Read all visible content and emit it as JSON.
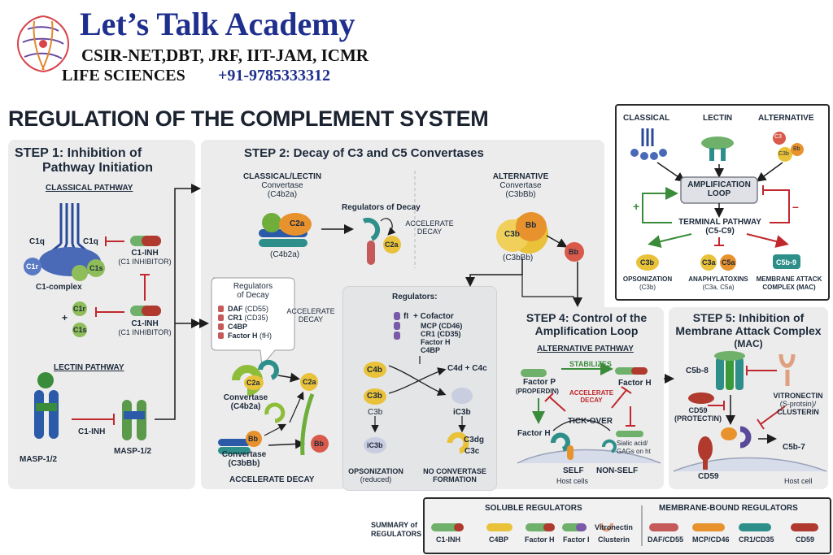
{
  "brand": {
    "title": "Let’s Talk Academy",
    "exams": "CSIR-NET,DBT, JRF, IIT-JAM, ICMR",
    "subject": "LIFE SCIENCES",
    "phone": "+91-9785333312"
  },
  "main_title": "REGULATION OF THE COMPLEMENT SYSTEM",
  "step1": {
    "title_line1": "STEP 1: Inhibition of",
    "title_line2": "Pathway Initiation",
    "classical_header": "CLASSICAL PATHWAY",
    "c1q_left": "C1q",
    "c1q_right": "C1q",
    "c1r": "C1r",
    "c1s": "C1s",
    "complex_label": "C1-complex",
    "c1inh_1": "C1-INH",
    "c1inh_1_sub": "(C1 INHIBITOR)",
    "plus": "+",
    "c1r_free": "C1r",
    "c1s_free": "C1s",
    "c1inh_2": "C1-INH",
    "c1inh_2_sub": "(C1 INHIBITOR)",
    "lectin_header": "LECTIN PATHWAY",
    "c1inh_3": "C1-INH",
    "masp_left": "MASP-1/2",
    "masp_right": "MASP-1/2"
  },
  "step2": {
    "title": "STEP 2: Decay of C3 and C5 Convertases",
    "classical_header_1": "CLASSICAL/LECTIN",
    "classical_header_2": "Convertase",
    "classical_header_3": "(C4b2a)",
    "c2a_label": "C2a",
    "c4b2a_label": "(C4b2a)",
    "regulators_title": "Regulators of Decay",
    "accelerate_decay_right_1": "ACCELERATE",
    "accelerate_decay_right_2": "DECAY",
    "c2a_free": "C2a",
    "alt_header_1": "ALTERNATIVE",
    "alt_header_2": "Convertase",
    "alt_header_3": "(C3bBb)",
    "c3b": "C3b",
    "bb": "Bb",
    "c3bbb_label": "(C3bBb)",
    "bb_free": "Bb",
    "callout_title_1": "Regulators",
    "callout_title_2": "of Decay",
    "callout_items": [
      {
        "name": "DAF",
        "detail": "(CD55)"
      },
      {
        "name": "CR1",
        "detail": "(CD35)"
      },
      {
        "name": "C4BP",
        "detail": ""
      },
      {
        "name": "Factor H",
        "detail": "(fH)"
      }
    ],
    "accelerate_decay_left_1": "ACCELERATE",
    "accelerate_decay_left_2": "DECAY",
    "conv1_c2a": "C2a",
    "conv1_label_1": "Convertase",
    "conv1_label_2": "(C4b2a)",
    "c2a_released": "C2a",
    "conv2_bb": "Bb",
    "conv2_label_1": "Convertase",
    "conv2_label_2": "(C3bBb)",
    "bb_released": "Bb",
    "accelerate_decay_bottom": "ACCELERATE DECAY"
  },
  "regulators_box": {
    "title": "Regulators:",
    "fi": "fI",
    "cofactor": "+ Cofactor",
    "items": [
      "MCP (CD46)",
      "CR1 (CD35)",
      "Factor H",
      "C4BP"
    ],
    "c4b": "C4b",
    "c4d_c4c": "C4d + C4c",
    "c3b": "C3b",
    "c3b_sub": "C3b",
    "ic3b_right": "iC3b",
    "ic3b_left": "iC3b",
    "c3dg": "C3dg",
    "c3c": "C3c",
    "opson_1": "OPSONIZATION",
    "opson_2": "(reduced)",
    "no_conv_1": "NO CONVERTASE",
    "no_conv_2": "FORMATION"
  },
  "step4": {
    "title_1": "STEP 4: Control of the",
    "title_2": "Amplification Loop",
    "sub": "ALTERNATIVE PATHWAY",
    "stabilizes": "STABILIZES",
    "factor_p": "Factor P",
    "properdin": "(PROPERDIN)",
    "factor_h_right": "Factor H",
    "accelerate_1": "ACCELERATE",
    "accelerate_2": "DECAY",
    "tick_over": "TICK-OVER",
    "factor_h_left": "Factor H",
    "sialic_1": "Sialic acid/",
    "sialic_2": "GAGs on ht",
    "self": "SELF",
    "host_cells": "Host cells",
    "non_self": "NON-SELF"
  },
  "step5": {
    "title_1": "STEP 5: Inhibition of",
    "title_2": "Membrane Attack Complex",
    "title_3": "(MAC)",
    "c5b8": "C5b-8",
    "vitronectin_1": "VITRONECTIN",
    "vitronectin_2": "(S-protsin)/",
    "vitronectin_3": "CLUSTERIN",
    "cd59_1": "CD59",
    "cd59_2": "(PROTECTIN)",
    "c5b7": "C5b-7",
    "cd59_bottom": "CD59",
    "host_cell": "Host cell"
  },
  "overview": {
    "classical": "CLASSICAL",
    "lectin": "LECTIN",
    "alternative": "ALTERNATIVE",
    "c3": "C3",
    "c3b": "C3b",
    "bb": "Bb",
    "amp_1": "AMPLIFICATION",
    "amp_2": "LOOP",
    "plus": "+",
    "minus": "–",
    "terminal_1": "TERMINAL PATHWAY",
    "terminal_2": "(C5-C9)",
    "c3b_out": "C3b",
    "c3a": "C3a",
    "c5a": "C5a",
    "c5b9": "C5b-9",
    "opson_1": "OPSONIZATION",
    "opson_2": "(C3b)",
    "anaph_1": "ANAPHYLATOXINS",
    "anaph_2": "(C3a, C5a)",
    "mac_1": "MEMBRANE ATTACK",
    "mac_2": "COMPLEX (MAC)"
  },
  "summary": {
    "label_1": "SUMMARY of",
    "label_2": "REGULATORS",
    "soluble_header": "SOLUBLE REGULATORS",
    "membrane_header": "MEMBRANE-BOUND REGULATORS",
    "soluble": [
      "C1-INH",
      "C4BP",
      "Factor H",
      "Factor I",
      "Vitronectin",
      "Clusterin"
    ],
    "membrane": [
      "DAF/CD55",
      "MCP/CD46",
      "CR1/CD35",
      "CD59"
    ]
  },
  "colors": {
    "navy": "#1f3a8a",
    "red": "#c0282d",
    "green": "#3a8c3a",
    "orange": "#e8922e",
    "yellow": "#e9c23a",
    "teal": "#2e8f8a",
    "panel": "#ececed"
  }
}
